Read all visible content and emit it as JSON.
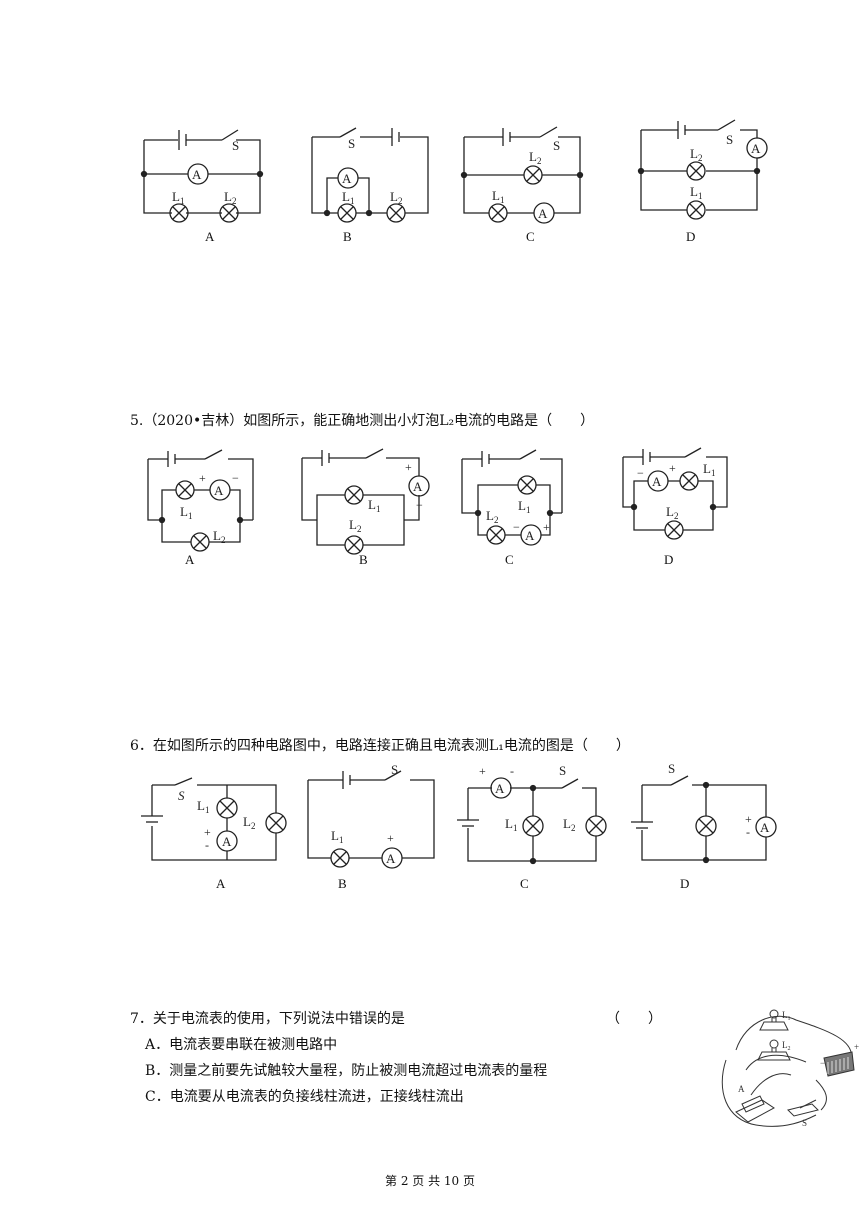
{
  "q4": {
    "fig_labels": [
      "A",
      "B",
      "C",
      "D"
    ]
  },
  "q5": {
    "text": "5.（2020•吉林）如图所示，能正确地测出小灯泡L₂电流的电路是（　　）",
    "fig_labels": [
      "A",
      "B",
      "C",
      "D"
    ]
  },
  "q6": {
    "text": "6．在如图所示的四种电路图中，电路连接正确且电流表测L₁电流的图是（　　）",
    "fig_labels": [
      "A",
      "B",
      "C",
      "D"
    ]
  },
  "q7": {
    "text": "7．关于电流表的使用，下列说法中错误的是",
    "paren": "（　　）",
    "options": [
      "A．电流表要串联在被测电路中",
      "B．测量之前要先试触较大量程，防止被测电流超过电流表的量程",
      "C．电流要从电流表的负接线柱流进，正接线柱流出"
    ]
  },
  "footer": "第 2 页 共 10 页"
}
